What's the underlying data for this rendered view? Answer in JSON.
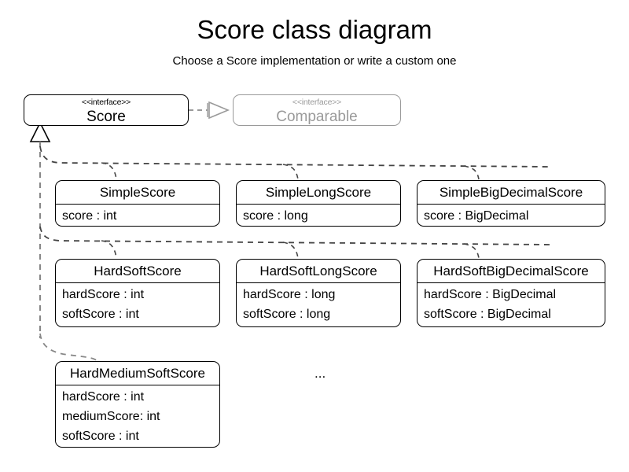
{
  "header": {
    "title": "Score class diagram",
    "subtitle": "Choose a Score implementation or write a custom one"
  },
  "colors": {
    "line": "#000000",
    "muted": "#9a9a9a",
    "connector": "#555555",
    "background": "#ffffff"
  },
  "interfaces": [
    {
      "id": "score",
      "stereotype": "<<interface>>",
      "name": "Score",
      "muted": false
    },
    {
      "id": "comparable",
      "stereotype": "<<interface>>",
      "name": "Comparable",
      "muted": true
    }
  ],
  "classes": [
    {
      "id": "simple-score",
      "name": "SimpleScore",
      "attributes": [
        "score : int"
      ]
    },
    {
      "id": "simple-long-score",
      "name": "SimpleLongScore",
      "attributes": [
        "score : long"
      ]
    },
    {
      "id": "simple-big-decimal-score",
      "name": "SimpleBigDecimalScore",
      "attributes": [
        "score : BigDecimal"
      ]
    },
    {
      "id": "hard-soft-score",
      "name": "HardSoftScore",
      "attributes": [
        "hardScore : int",
        "softScore : int"
      ]
    },
    {
      "id": "hard-soft-long-score",
      "name": "HardSoftLongScore",
      "attributes": [
        "hardScore : long",
        "softScore : long"
      ]
    },
    {
      "id": "hard-soft-big-decimal-score",
      "name": "HardSoftBigDecimalScore",
      "attributes": [
        "hardScore : BigDecimal",
        "softScore : BigDecimal"
      ]
    },
    {
      "id": "hard-medium-soft-score",
      "name": "HardMediumSoftScore",
      "attributes": [
        "hardScore : int",
        "mediumScore: int",
        "softScore : int"
      ]
    }
  ],
  "notes": {
    "more_ellipsis": "..."
  },
  "relationships": [
    {
      "id": "score-realizes-comparable",
      "kind": "realization",
      "from": "score",
      "to": "comparable",
      "style": "dashed",
      "arrow": "hollow-triangle"
    },
    {
      "id": "simple-score-extends-score",
      "kind": "generalization",
      "from": "simple-score",
      "to": "score",
      "style": "dashed"
    },
    {
      "id": "simple-long-score-extends-score",
      "kind": "generalization",
      "from": "simple-long-score",
      "to": "score",
      "style": "dashed"
    },
    {
      "id": "simple-big-decimal-score-extends-score",
      "kind": "generalization",
      "from": "simple-big-decimal-score",
      "to": "score",
      "style": "dashed"
    },
    {
      "id": "hard-soft-score-extends-score",
      "kind": "generalization",
      "from": "hard-soft-score",
      "to": "score",
      "style": "dashed"
    },
    {
      "id": "hard-soft-long-score-extends-score",
      "kind": "generalization",
      "from": "hard-soft-long-score",
      "to": "score",
      "style": "dashed"
    },
    {
      "id": "hard-soft-big-decimal-score-extends-score",
      "kind": "generalization",
      "from": "hard-soft-big-decimal-score",
      "to": "score",
      "style": "dashed"
    },
    {
      "id": "hard-medium-soft-score-extends-score",
      "kind": "generalization",
      "from": "hard-medium-soft-score",
      "to": "score",
      "style": "dashed"
    }
  ]
}
